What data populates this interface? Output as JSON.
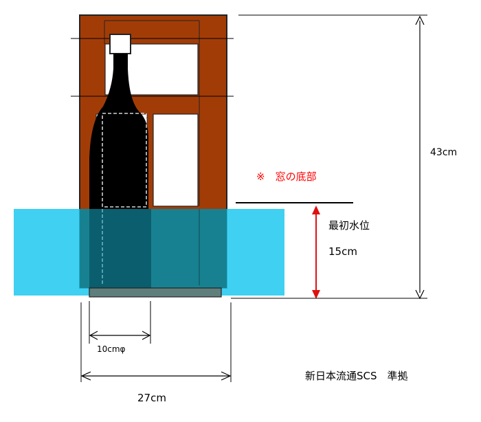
{
  "labels": {
    "height_total": "43cm",
    "window_bottom_note": "※　窓の底部",
    "initial_water_level_title": "最初水位",
    "initial_water_level_value": "15cm",
    "bottle_diameter": "10cmφ",
    "width_total": "27cm",
    "standard_note": "新日本流通SCS　準拠"
  },
  "colors": {
    "frame": "#a23c07",
    "frame_outline": "#222222",
    "water": "#1ec8ef",
    "water_over_box": "#167d8c",
    "base": "#5f7f7c",
    "bottle": "#000000",
    "arrow_red": "#e01010",
    "note_red": "#ff0000",
    "line": "#000000"
  }
}
